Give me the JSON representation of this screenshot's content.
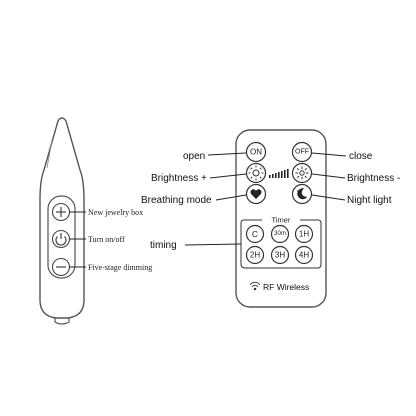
{
  "stick": {
    "buttons": [
      {
        "label": "New jewelry box",
        "icon": "plus-icon"
      },
      {
        "label": "Turn on/off",
        "icon": "power-icon"
      },
      {
        "label": "Five-stage dimming",
        "icon": "minus-icon"
      }
    ]
  },
  "remote": {
    "on": "ON",
    "off": "OFF",
    "timer_title": "Timer",
    "timer_buttons": [
      "C",
      "30m",
      "1H",
      "2H",
      "3H",
      "4H"
    ],
    "brand": "RF Wireless",
    "icons": [
      "sun-icon",
      "snowflake-dim-icon",
      "heart-icon",
      "moon-icon",
      "wifi-icon"
    ]
  },
  "callouts": {
    "open": "open",
    "close": "close",
    "brightness_plus": "Brightness +",
    "brightness_minus": "Brightness -",
    "breathing": "Breathing mode",
    "night": "Night light",
    "timing": "timing"
  },
  "colors": {
    "outline": "#555555",
    "line": "#222222",
    "fill": "#ffffff"
  }
}
